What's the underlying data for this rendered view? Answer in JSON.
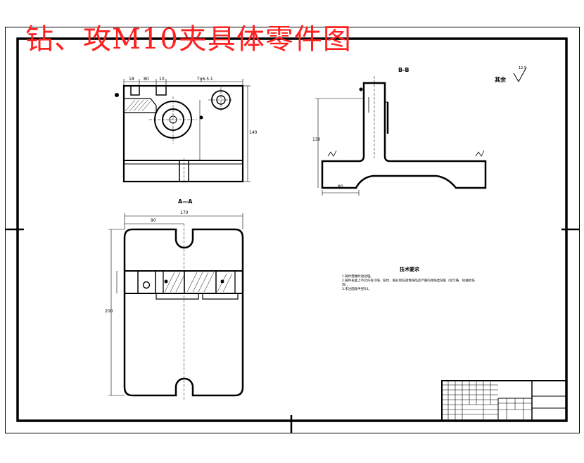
{
  "title": "钻、攻M10夹具体零件图",
  "section_bb": "B-B",
  "section_aa": "A—A",
  "roughness_rest_label": "其余",
  "roughness_rest_value": "12.5",
  "tech_requirements_title": "技术要求",
  "tech_notes": [
    "1.铸件需做时效处理。",
    "2.铸件表面上不允许有冷隔、裂纹、缩孔和穿透性缺陷及严重的残缺类缺陷（如欠铸、机械损伤",
    "等）。",
    "3.未注圆角半径R3。"
  ],
  "dims": {
    "top_left_a": "18",
    "top_left_b": "80",
    "top_left_c": "10",
    "top_right": "Tg6.5.1",
    "right_height": "140",
    "bb_left_height": "130",
    "bb_left_width": "80",
    "aa_width_total": "170",
    "aa_width_mid": "90",
    "aa_left_height": "200"
  }
}
